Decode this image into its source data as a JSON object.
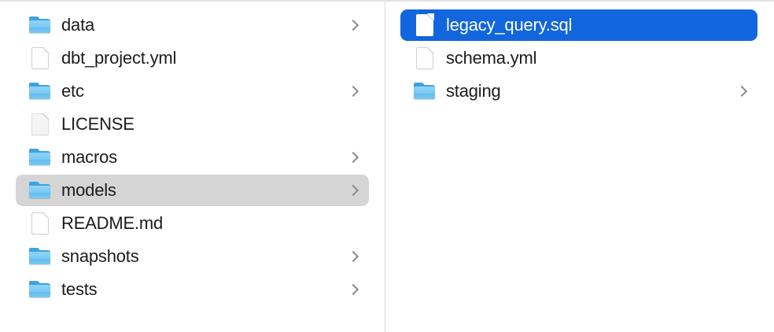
{
  "window": {
    "view_mode": "column",
    "accent_color": "#1266dd",
    "inactive_selection_color": "#d5d5d5",
    "background_color": "#ffffff",
    "divider_color": "#dcdcdc",
    "text_color": "#1c1c1e",
    "chevron_color": "#8b8b8f"
  },
  "columns": [
    {
      "name": "parent-column",
      "items": [
        {
          "label": "data",
          "kind": "folder",
          "icon": "folder-icon",
          "has_chevron": true,
          "state": "normal"
        },
        {
          "label": "dbt_project.yml",
          "kind": "file",
          "icon": "document-icon",
          "has_chevron": false,
          "state": "normal"
        },
        {
          "label": "etc",
          "kind": "folder",
          "icon": "folder-icon",
          "has_chevron": true,
          "state": "normal"
        },
        {
          "label": "LICENSE",
          "kind": "file",
          "icon": "document-icon",
          "has_chevron": false,
          "state": "shaded"
        },
        {
          "label": "macros",
          "kind": "folder",
          "icon": "folder-icon",
          "has_chevron": true,
          "state": "normal"
        },
        {
          "label": "models",
          "kind": "folder",
          "icon": "folder-icon",
          "has_chevron": true,
          "state": "selected-inactive"
        },
        {
          "label": "README.md",
          "kind": "file",
          "icon": "document-icon",
          "has_chevron": false,
          "state": "normal"
        },
        {
          "label": "snapshots",
          "kind": "folder",
          "icon": "folder-icon",
          "has_chevron": true,
          "state": "normal"
        },
        {
          "label": "tests",
          "kind": "folder",
          "icon": "folder-icon",
          "has_chevron": true,
          "state": "normal"
        }
      ]
    },
    {
      "name": "child-column",
      "items": [
        {
          "label": "legacy_query.sql",
          "kind": "file",
          "icon": "document-icon",
          "has_chevron": false,
          "state": "selected-active"
        },
        {
          "label": "schema.yml",
          "kind": "file",
          "icon": "document-icon",
          "has_chevron": false,
          "state": "normal"
        },
        {
          "label": "staging",
          "kind": "folder",
          "icon": "folder-icon",
          "has_chevron": true,
          "state": "normal"
        }
      ]
    }
  ]
}
